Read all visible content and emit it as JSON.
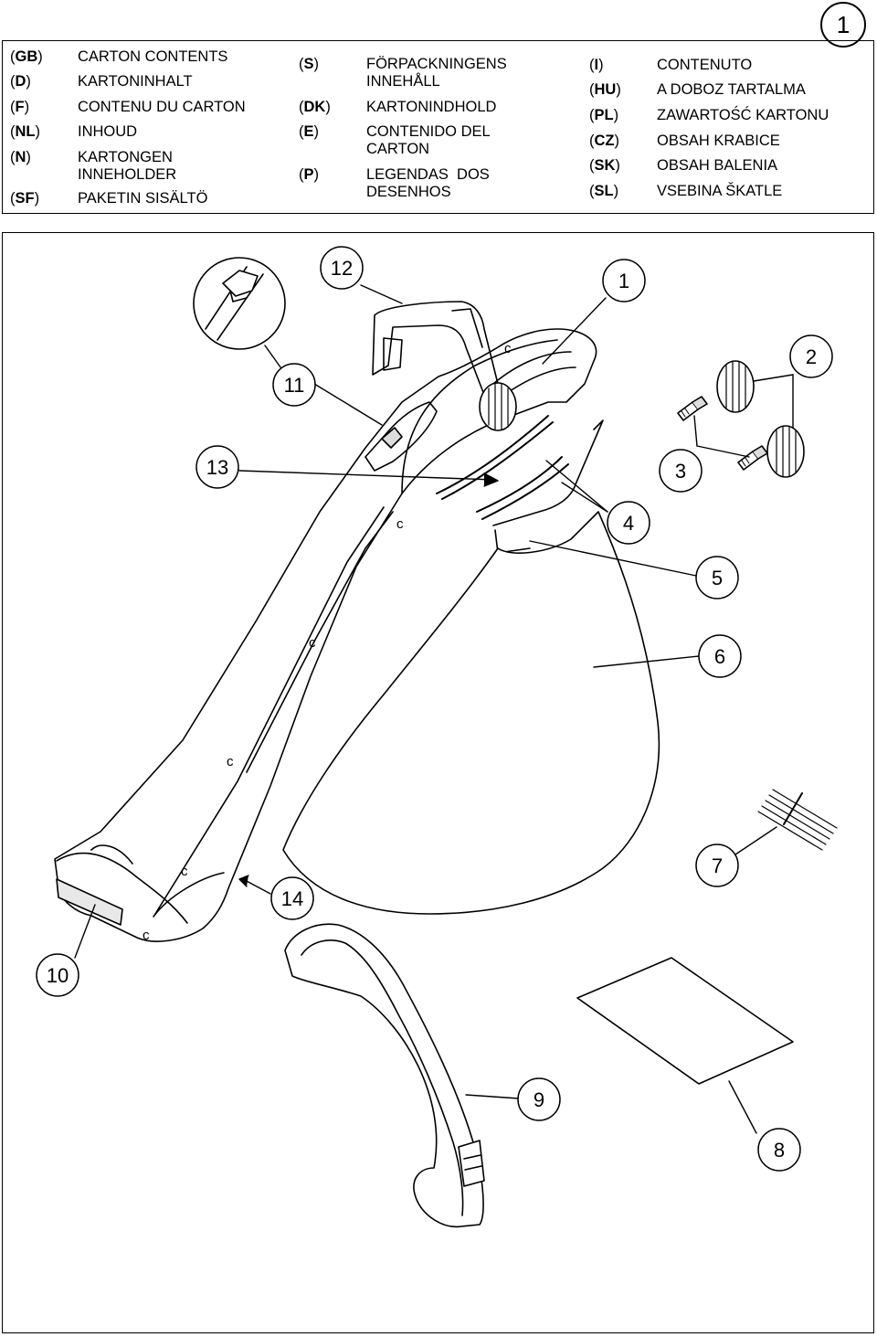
{
  "page_number": "1",
  "legend": {
    "columns": [
      [
        {
          "code": "GB",
          "label": "CARTON CONTENTS"
        },
        {
          "code": "D",
          "label": "KARTONINHALT"
        },
        {
          "code": "F",
          "label": "CONTENU DU CARTON"
        },
        {
          "code": "NL",
          "label": "INHOUD"
        },
        {
          "code": "N",
          "label": "KARTONGEN\nINNEHOLDER"
        },
        {
          "code": "SF",
          "label": "PAKETIN SISÄLTÖ"
        }
      ],
      [
        {
          "code": "S",
          "label": "FÖRPACKNINGENS\nINNEHÅLL"
        },
        {
          "code": "DK",
          "label": "KARTONINDHOLD"
        },
        {
          "code": "E",
          "label": "CONTENIDO DEL\nCARTON"
        },
        {
          "code": "P",
          "label": "LEGENDAS  DOS\nDESENHOS"
        }
      ],
      [
        {
          "code": "I",
          "label": "CONTENUTO"
        },
        {
          "code": "HU",
          "label": "A DOBOZ TARTALMA"
        },
        {
          "code": "PL",
          "label": "ZAWARTOŚĆ KARTONU"
        },
        {
          "code": "CZ",
          "label": "OBSAH KRABICE"
        },
        {
          "code": "SK",
          "label": "OBSAH BALENIA"
        },
        {
          "code": "SL",
          "label": "VSEBINA ŠKATLE"
        }
      ]
    ]
  },
  "callouts": [
    {
      "label": "1"
    },
    {
      "label": "2"
    },
    {
      "label": "3"
    },
    {
      "label": "4"
    },
    {
      "label": "5"
    },
    {
      "label": "6"
    },
    {
      "label": "7"
    },
    {
      "label": "8"
    },
    {
      "label": "9"
    },
    {
      "label": "10"
    },
    {
      "label": "11"
    },
    {
      "label": "12"
    },
    {
      "label": "13"
    },
    {
      "label": "14"
    }
  ]
}
